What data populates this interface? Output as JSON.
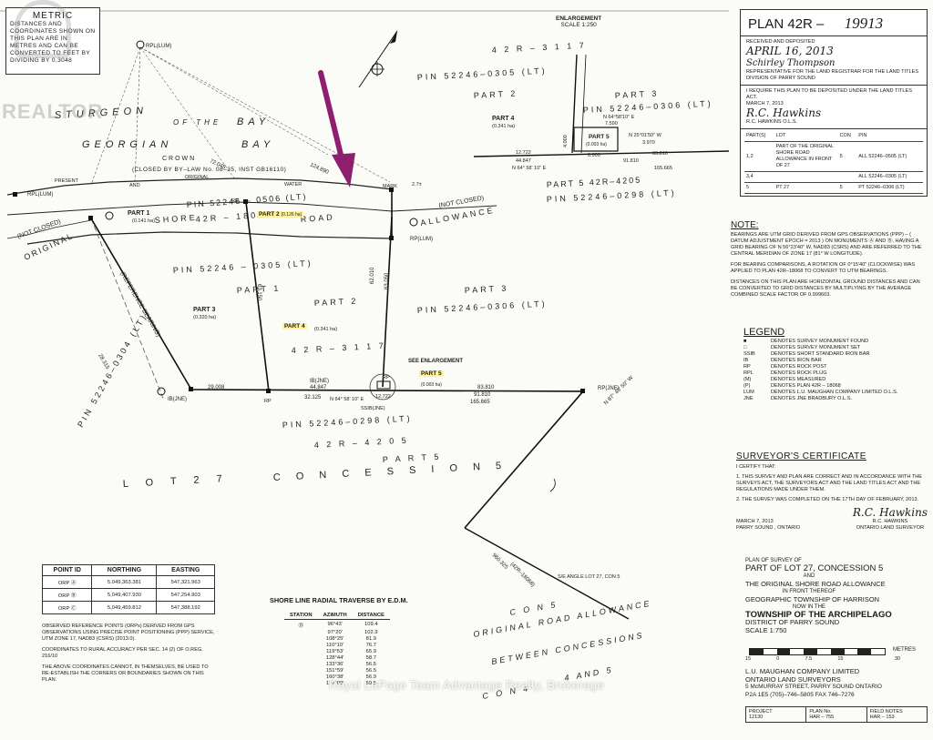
{
  "metric_box": {
    "title": "METRIC",
    "body": "DISTANCES AND COORDINATES SHOWN ON THIS PLAN ARE IN METRES AND CAN BE CONVERTED TO FEET BY DIVIDING BY 0.3048"
  },
  "watermark_logo": "REALTOR",
  "plan": {
    "prefix": "PLAN 42R –",
    "number": "19913"
  },
  "registry": {
    "received_label": "RECEIVED AND DEPOSITED",
    "date_hand": "APRIL 16, 2013",
    "signature_hand": "Schirley Thompson",
    "representative": "REPRESENTATIVE FOR THE LAND REGISTRAR FOR THE LAND TITLES DIVISION OF PARRY SOUND",
    "require_text": "I REQUIRE THIS PLAN TO BE DEPOSITED UNDER THE LAND TITLES ACT.",
    "require_date": "MARCH 7, 2013",
    "surveyor_sig": "R.C. Hawkins",
    "surveyor_name": "R.C. HAWKINS O.L.S."
  },
  "parts_table": {
    "headers": [
      "PART(S)",
      "LOT",
      "CON",
      "PIN"
    ],
    "rows": [
      [
        "1,2",
        "PART OF THE ORIGINAL SHORE ROAD ALLOWANCE IN FRONT OF 27",
        "5",
        "ALL 52246–0505 (LT)"
      ],
      [
        "3,4",
        "",
        "",
        "ALL 52246–0305 (LT)"
      ],
      [
        "5",
        "PT 27",
        "5",
        "PT 52246–0306 (LT)"
      ]
    ]
  },
  "notes": {
    "title": "NOTE:",
    "items": [
      "BEARINGS ARE UTM GRID DERIVED FROM GPS OBSERVATIONS (PPP) – ( DATUM ADJUSTMENT EPOCH = 2013 ) ON MONUMENTS Ⓐ AND Ⓑ, HAVING A GRID BEARING OF N 56°23'40\" W, NAD83 (CSRS) AND ARE REFERRED TO THE CENTRAL MERIDIAN OF ZONE 17 (81° W LONGITUDE).",
      "FOR BEARING COMPARISONS, A ROTATION OF 0°15'40\" (CLOCKWISE) WAS APPLIED TO PLAN 42R–18068 TO CONVERT TO UTM BEARINGS.",
      "DISTANCES ON THIS PLAN ARE HORIZONTAL GROUND DISTANCES AND CAN BE CONVERTED TO GRID DISTANCES BY MULTIPLYING BY THE AVERAGE COMBINED SCALE FACTOR OF 0.999603."
    ]
  },
  "legend": {
    "title": "LEGEND",
    "items": [
      [
        "■",
        "DENOTES SURVEY MONUMENT FOUND"
      ],
      [
        "□",
        "DENOTES SURVEY MONUMENT SET"
      ],
      [
        "SSIB",
        "DENOTES SHORT STANDARD IRON BAR"
      ],
      [
        "IB",
        "DENOTES IRON BAR"
      ],
      [
        "RP",
        "DENOTES ROCK POST"
      ],
      [
        "RPL",
        "DENOTES ROCK PLUG"
      ],
      [
        "(M)",
        "DENOTES MEASURED"
      ],
      [
        "(P)",
        "DENOTES PLAN 42R – 18068"
      ],
      [
        "LUM",
        "DENOTES L.U. MAUGHAN COMPANY LIMITED O.L.S."
      ],
      [
        "JNE",
        "DENOTES JNE BRADBURY O.L.S."
      ]
    ]
  },
  "certificate": {
    "title": "SURVEYOR'S CERTIFICATE",
    "intro": "I CERTIFY THAT:",
    "item1": "1. THIS SURVEY AND PLAN ARE CORRECT AND IN ACCORDANCE WITH THE SURVEYS ACT, THE SURVEYORS ACT AND THE LAND TITLES ACT AND THE REGULATIONS MADE UNDER THEM.",
    "item2": "2. THE SURVEY WAS COMPLETED ON THE 17TH DAY OF FEBRUARY, 2013.",
    "date": "MARCH 7, 2013",
    "place": "PARRY SOUND , ONTARIO",
    "sig": "R.C. Hawkins",
    "name": "R.C. HAWKINS",
    "role": "ONTARIO LAND SURVEYOR"
  },
  "survey_title": {
    "line1": "PLAN OF SURVEY OF",
    "line2": "PART OF LOT 27, CONCESSION 5",
    "line3": "AND",
    "line4": "THE ORIGINAL SHORE ROAD ALLOWANCE",
    "line5": "IN FRONT THEREOF",
    "line6": "GEOGRAPHIC TOWNSHIP OF HARRISON",
    "line7": "NOW IN THE",
    "line8": "TOWNSHIP OF THE ARCHIPELAGO",
    "line9": "DISTRICT OF PARRY SOUND",
    "line10": "SCALE 1:750"
  },
  "scale": {
    "ticks": [
      "15",
      "0",
      "7.5",
      "15",
      "",
      "30"
    ],
    "unit": "METRES"
  },
  "company": {
    "name": "L.U. MAUGHAN COMPANY LIMITED",
    "sub": "ONTARIO LAND SURVEYORS",
    "address": "5 McMURRAY STREET, PARRY SOUND   ONTARIO",
    "postal": "P2A 1E5   (705)–746–5805   FAX 746–7276"
  },
  "footer": {
    "project_label": "PROJECT",
    "project": "12130",
    "plan_label": "PLAN No.",
    "plan": "HAR – 755",
    "field_label": "FIELD NOTES",
    "field": "HAR – 153"
  },
  "point_table": {
    "headers": [
      "POINT ID",
      "NORTHING",
      "EASTING"
    ],
    "rows": [
      [
        "ORP Ⓐ",
        "5,049,363.381",
        "547,321.963"
      ],
      [
        "ORP Ⓑ",
        "5,049,407.930",
        "547,254.903"
      ],
      [
        "ORP Ⓒ",
        "5,049,459.812",
        "547,388.192"
      ]
    ]
  },
  "obs_notes": {
    "p1": "OBSERVED REFERENCE POINTS (ORPs) DERIVED FROM GPS OBSERVATIONS USING PRECISE POINT POSITIONING (PPP) SERVICE, UTM ZONE 17, NAD83 (CSRS) (2013.0).",
    "p2": "COORDINATES TO RURAL ACCURACY PER SEC. 14 (2) OF O.REG. 216/10",
    "p3": "THE ABOVE COORDINATES CANNOT, IN THEMSELVES, BE USED TO RE-ESTABLISH THE CORNERS OR BOUNDARIES SHOWN ON THIS PLAN."
  },
  "traverse": {
    "title": "SHORE LINE RADIAL TRAVERSE BY E.D.M.",
    "headers": [
      "STATION",
      "AZIMUTH",
      "DISTANCE"
    ],
    "station": "Ⓓ",
    "rows": [
      [
        "96°43'",
        "109.4"
      ],
      [
        "97°20'",
        "102.9"
      ],
      [
        "108°25'",
        "81.9"
      ],
      [
        "110°10'",
        "76.7"
      ],
      [
        "119°53'",
        "65.9"
      ],
      [
        "128°44'",
        "58.7"
      ],
      [
        "133°36'",
        "56.5"
      ],
      [
        "151°59'",
        "56.5"
      ],
      [
        "160°38'",
        "56.9"
      ],
      [
        "177°09'",
        "59.5"
      ]
    ]
  },
  "enlargement": {
    "title": "ENLARGEMENT",
    "scale": "SCALE 1:250"
  },
  "map_labels": {
    "sturgeon": "STURGEON",
    "of_the": "OF THE",
    "bay1": "BAY",
    "georgian": "GEORGIAN",
    "bay2": "BAY",
    "crown": "CROWN",
    "closed": "(CLOSED BY BY–LAW No. 08–35, INST GB16110)",
    "original": "ORIGINAL",
    "water": "WATER",
    "mark": "MARK",
    "present": "PRESENT",
    "and_label": "AND",
    "not_closed_left": "(NOT CLOSED)",
    "original_left": "ORIGINAL",
    "not_closed_right": "(NOT CLOSED)",
    "allowance_right": "ALLOWANCE",
    "part1": "PART 1",
    "part1_area": "(0.141 ha)",
    "shore": "SHORE",
    "r18068": "42R – 18068",
    "road": "ROAD",
    "part2_yellow": "PART 2",
    "part2_area": "(0.126 ha)",
    "pin_0506": "PIN 52246 – 0506 (LT)",
    "pin_0305_mid": "PIN 52246 – 0305 (LT)",
    "pin_0305_top": "PIN 52246–0305 (LT)",
    "pin_0306_top": "PIN 52246–0306 (LT)",
    "pin_0306_mid": "PIN 52246–0306 (LT)",
    "pin_0298_top": "PIN 52246–0298 (LT)",
    "pin_0298_bot": "PIN 52246–0298 (LT)",
    "pin_0304": "PIN 52246–0304 (LT)",
    "r3117_top": "4 2 R – 3 1 1 7",
    "r3117_mid": "4 2 R – 3 1 1 7",
    "r4205_top": "PART 5   42R–4205",
    "r4205_bot": "4 2 R – 4 2 0 5",
    "part5_bot": "P A R T  5",
    "part3": "PART 3",
    "part3_area": "(0.320 ha)",
    "part4_yellow": "PART 4",
    "part4_area": "(0.341 ha)",
    "part5_yellow": "PART 5",
    "part5_area": "(0.003 ha)",
    "see_enlargement": "SEE ENLARGEMENT",
    "part1_mid": "PART 1",
    "part2_mid": "PART 2",
    "part3_mid": "PART 3",
    "part2_top": "PART 2",
    "part3_top": "PART 3",
    "part4_top": "PART 4",
    "part4_top_area": "(0.341 ha)",
    "part5_enl": "PART 5",
    "part5_enl_area": "(0.003 ha)",
    "lot27": "L O T   2 7",
    "concession5": "C O N C E S S I O N   5",
    "orig_road": "ORIGINAL  ROAD  ALLOWANCE",
    "between": "BETWEEN  CONCESSIONS",
    "four_and_five": "4   AND   5",
    "con5": "C O N   5",
    "con4": "C O N   4",
    "se_angle": "S/E ANGLE LOT 27, CON 5",
    "ref_bearing": "(REFERENCE BEARING)",
    "rpl_lum": "RPL(LUM)",
    "rp_lum": "RP(LUM)",
    "rpl_lum2": "RPL(LUM)",
    "ib_jne": "IB(JNE)",
    "ib_jne2": "IB(JNE)",
    "rp_jne": "RP(JNE)",
    "ssib_jne": "SSIB(JNE)",
    "rp1": "RP",
    "rp2": "RP",
    "rp3": "RP",
    "d_29008": "29.008",
    "d_44847": "44.847",
    "d_32125": "32.125",
    "d_12722": "12.722",
    "d_83810": "83.810",
    "d_91810": "91.810",
    "d_165665": "165.665",
    "d_63150": "63.150",
    "d_63050": "63.050",
    "d_62010": "62.010",
    "d_28315": "28.315",
    "d_124890": "124.890",
    "d_72045": "72.045",
    "d_2_7": "2.7±",
    "brg_64": "N 64° 58' 10\" E",
    "brg_87": "N 87° 45' 50\" W",
    "d_960": "960.325",
    "r_18068_diag": "(42R–18068)",
    "enl_64": "N 64°58'10\" E",
    "enl_7590": "7.590",
    "enl_3970": "3.970",
    "enl_25": "N 25°01'50\" W",
    "enl_8000": "8.000",
    "enl_4000": "4.000",
    "enl_12722": "12.722",
    "enl_44847": "44.847",
    "enl_91810": "91.810",
    "enl_83810": "83.810",
    "enl_165665": "165.665",
    "enl_brg": "N 64° 58' 10\" E"
  },
  "bottom_watermark": "Royal LePage Team Advantage Realty, Brokerage",
  "colors": {
    "arrow": "#8e1f6e",
    "highlight": "#fff3a0",
    "ink": "#1a1a1a"
  }
}
